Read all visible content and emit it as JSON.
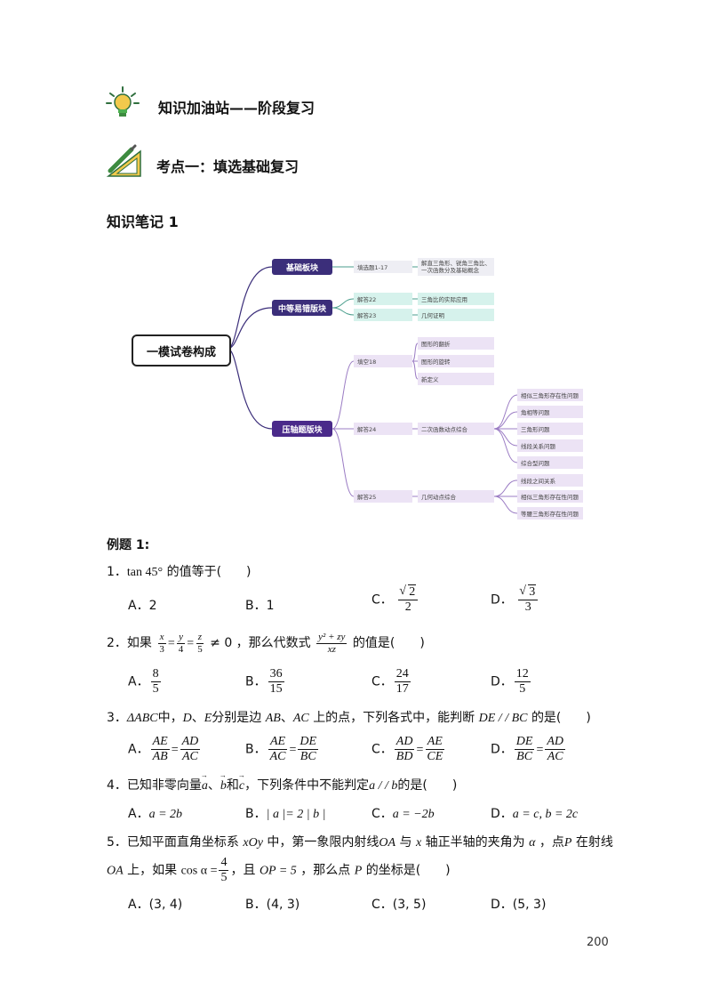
{
  "header": {
    "title": "知识加油站——阶段复习",
    "section": "考点一：填选基础复习",
    "note": "知识笔记 1"
  },
  "mindmap": {
    "root": "一模试卷构成",
    "branches": [
      "基础板块",
      "中等易错版块",
      "压轴题版块"
    ],
    "basic": {
      "item": "填选题1-17",
      "detail": "解直三角形、锐角三角比、一次函数分及基础概念"
    },
    "mid": [
      {
        "item": "解答22",
        "detail": "三角比的实际应用"
      },
      {
        "item": "解答23",
        "detail": "几何证明"
      }
    ],
    "hard": {
      "fill18": {
        "item": "填空18",
        "details": [
          "图形的翻折",
          "图形的旋转",
          "新定义"
        ]
      },
      "q24": {
        "item": "解答24",
        "detail": "二次函数动点综合",
        "details": [
          "相似三角形存在性问题",
          "角相等问题",
          "三角形问题",
          "线段关系问题",
          "综合型问题"
        ]
      },
      "q25": {
        "item": "解答25",
        "detail": "几何动点综合",
        "details": [
          "线段之间关系",
          "相似三角形存在性问题",
          "等腰三角形存在性问题"
        ]
      }
    }
  },
  "example_title": "例题 1:",
  "q1": {
    "n": "1．",
    "pre": "tan 45°",
    "post": "的值等于(　　)",
    "A": "A．2",
    "B": "B．1",
    "C": "C．",
    "D": "D．",
    "c_num": "2",
    "c_den": "2",
    "d_num": "3",
    "d_den": "3"
  },
  "q2": {
    "n": "2．",
    "t1": "如果",
    "f1n": "x",
    "f1d": "3",
    "f2n": "y",
    "f2d": "4",
    "f3n": "z",
    "f3d": "5",
    "t2": "≠ 0 ，那么代数式",
    "exn": "y² + zy",
    "exd": "xz",
    "t3": "的值是(　　)",
    "a": "A．",
    "an": "8",
    "ad": "5",
    "b": "B．",
    "bn": "36",
    "bd": "15",
    "c": "C．",
    "cn": "24",
    "cd": "17",
    "d": "D．",
    "dn": "12",
    "dd": "5"
  },
  "q3": {
    "n": "3．",
    "tri": "ΔABC",
    "t1": "中，",
    "D": "D",
    "sep": "、",
    "E": "E",
    "t2": "分别是边",
    "AB": "AB",
    "sep2": "、",
    "AC": "AC",
    "t3": "上的点，下列各式中，能判断",
    "rel": "DE / / BC",
    "t4": "的是(　　)",
    "a": "A．",
    "b": "B．",
    "c": "C．",
    "d": "D．",
    "AE": "AE",
    "ABd": "AB",
    "AD": "AD",
    "ACd": "AC",
    "BC": "BC",
    "DE": "DE",
    "BD": "BD",
    "CE": "CE"
  },
  "q4": {
    "n": "4．",
    "t1": "已知非零向量",
    "va": "a",
    "s1": "、",
    "vb": "b",
    "s2": "和",
    "vc": "c",
    "t2": "，下列条件中不能判定",
    "par": "a / / b",
    "t3": "的是(　　)",
    "A": "A．",
    "Aexp": "a = 2b",
    "B": "B．",
    "Bexp": "| a |= 2 | b |",
    "C": "C．",
    "Cexp": "a = −2b",
    "D": "D．",
    "Dexp": "a = c, b = 2c"
  },
  "q5": {
    "n": "5．",
    "t1": "已知平面直角坐标系",
    "xOy": "xOy",
    "t2": "中，第一象限内射线",
    "OA": "OA",
    "t3": "与",
    "x": "x",
    "t4": "轴正半轴的夹角为",
    "alpha": "α",
    "t5": "，点",
    "P": "P",
    "t6": "在射线",
    "l2a": "OA",
    "l2b": "上，如果",
    "cos": "cos α =",
    "cn": "4",
    "cd": "5",
    "l2c": "，且",
    "OP": "OP = 5",
    "l2d": "，那么点",
    "P2": "P",
    "l2e": "的坐标是(　　)",
    "A": "A．(3, 4)",
    "B": "B．(4, 3)",
    "C": "C．(3, 5)",
    "D": "D．(5, 3)"
  },
  "page_number": "200",
  "colors": {
    "branch": "#3b2e7a",
    "teal": "#d6f2ec",
    "lavender": "#ece3f5",
    "lines_mid": "#4a9e8c",
    "lines_hard": "#9b7cc4"
  }
}
